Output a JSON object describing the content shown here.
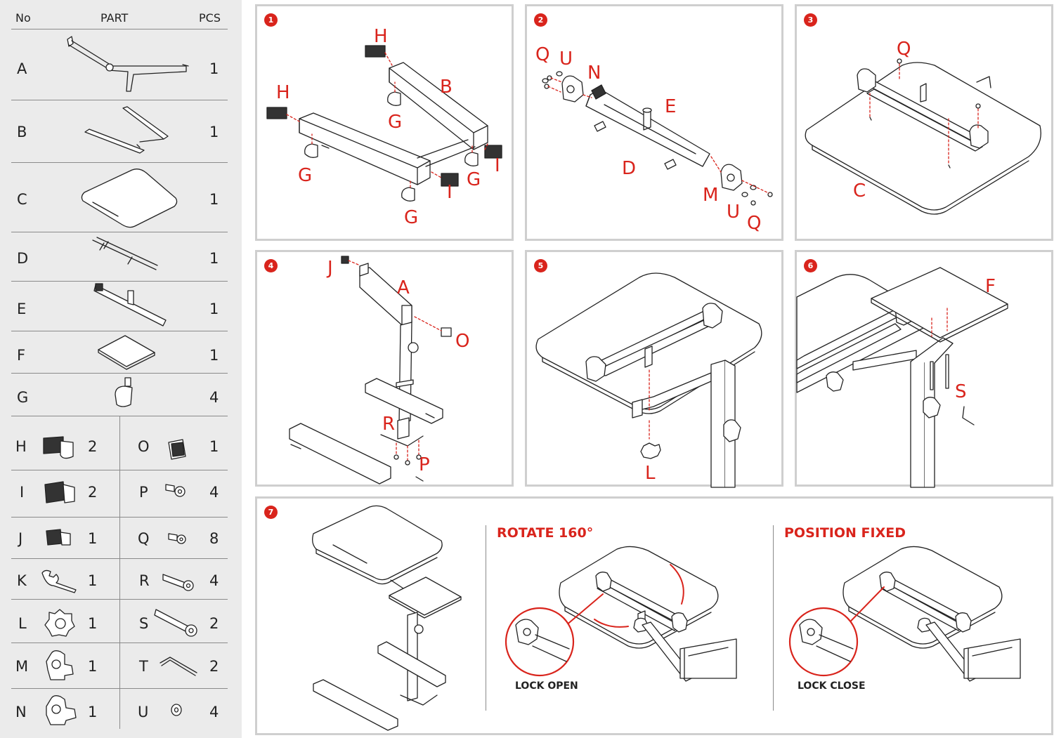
{
  "parts_table": {
    "headers": {
      "no": "No",
      "part": "PART",
      "pcs": "PCS"
    },
    "rows": [
      {
        "id": "A",
        "qty": "1",
        "icon": "arm-assembly-icon"
      },
      {
        "id": "B",
        "qty": "1",
        "icon": "base-frame-icon"
      },
      {
        "id": "C",
        "qty": "1",
        "icon": "laptop-tray-icon"
      },
      {
        "id": "D",
        "qty": "1",
        "icon": "rail-rods-icon"
      },
      {
        "id": "E",
        "qty": "1",
        "icon": "hinge-tube-icon"
      },
      {
        "id": "F",
        "qty": "1",
        "icon": "side-tray-icon"
      },
      {
        "id": "G",
        "qty": "4",
        "icon": "caster-wheel-icon"
      }
    ],
    "pairs": [
      {
        "left": {
          "id": "H",
          "qty": "2",
          "icon": "end-cap-icon"
        },
        "right": {
          "id": "O",
          "qty": "1",
          "icon": "square-cap-icon"
        }
      },
      {
        "left": {
          "id": "I",
          "qty": "2",
          "icon": "foot-cap-icon"
        },
        "right": {
          "id": "P",
          "qty": "4",
          "icon": "short-bolt-icon"
        }
      },
      {
        "left": {
          "id": "J",
          "qty": "1",
          "icon": "small-cap-icon"
        },
        "right": {
          "id": "Q",
          "qty": "8",
          "icon": "screw-icon"
        }
      },
      {
        "left": {
          "id": "K",
          "qty": "1",
          "icon": "wrench-icon"
        },
        "right": {
          "id": "R",
          "qty": "4",
          "icon": "bolt-icon"
        }
      },
      {
        "left": {
          "id": "L",
          "qty": "1",
          "icon": "knob-icon"
        },
        "right": {
          "id": "S",
          "qty": "2",
          "icon": "long-bolt-icon"
        }
      },
      {
        "left": {
          "id": "M",
          "qty": "1",
          "icon": "clamp-icon"
        },
        "right": {
          "id": "T",
          "qty": "2",
          "icon": "hex-key-icon"
        }
      },
      {
        "left": {
          "id": "N",
          "qty": "1",
          "icon": "clamp-icon"
        },
        "right": {
          "id": "U",
          "qty": "4",
          "icon": "washer-icon"
        }
      }
    ]
  },
  "steps": [
    {
      "number": "1",
      "labels": {
        "h1": "H",
        "h2": "H",
        "b": "B",
        "g1": "G",
        "g2": "G",
        "g3": "G",
        "g4": "G",
        "i1": "I",
        "i2": "I"
      }
    },
    {
      "number": "2",
      "labels": {
        "q1": "Q",
        "u1": "U",
        "n": "N",
        "e": "E",
        "d": "D",
        "m": "M",
        "u2": "U",
        "q2": "Q"
      }
    },
    {
      "number": "3",
      "labels": {
        "q": "Q",
        "c": "C"
      }
    },
    {
      "number": "4",
      "labels": {
        "j": "J",
        "a": "A",
        "o": "O",
        "r": "R",
        "p": "P"
      }
    },
    {
      "number": "5",
      "labels": {
        "l": "L"
      }
    },
    {
      "number": "6",
      "labels": {
        "f": "F",
        "s": "S"
      }
    },
    {
      "number": "7",
      "rotate": {
        "title": "ROTATE 160°",
        "caption": "LOCK OPEN"
      },
      "fixed": {
        "title": "POSITION FIXED",
        "caption": "LOCK CLOSE"
      }
    }
  ],
  "colors": {
    "accent": "#d9241c",
    "panel_border": "#cfcfcf",
    "table_bg": "#ebebeb"
  }
}
